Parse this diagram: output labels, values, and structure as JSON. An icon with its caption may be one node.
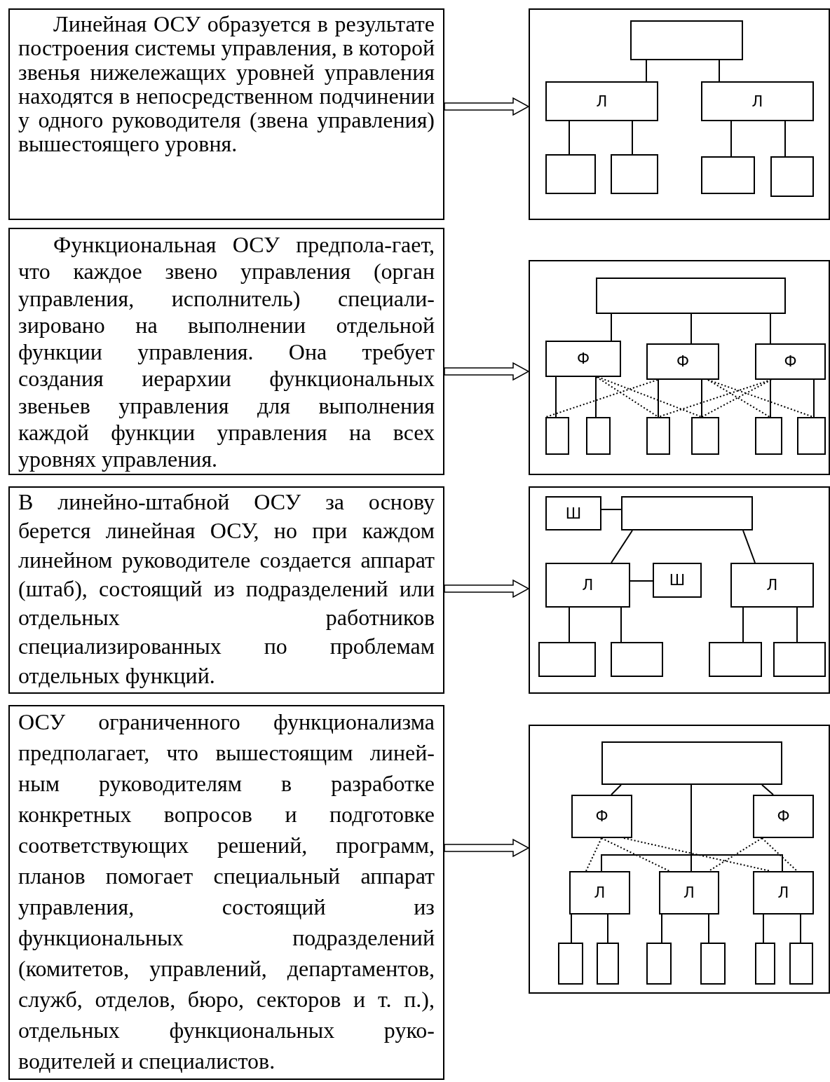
{
  "diagram": {
    "nodes": [
      {
        "text": [
          "Линейная ОСУ образуется в результате построения системы управления, в которой звенья нижележащих уровней управления находятся в непосредственном подчинении у одного руководителя (звена управления) вышестоящего уровня."
        ]
      },
      {
        "text": [],
        "shape": "box"
      },
      {
        "text": [],
        "shape": "box",
        "in": 1
      },
      {
        "text": [
          "Л"
        ],
        "in": 1
      },
      {
        "text": [
          "Л"
        ],
        "in": 1
      },
      {
        "text": [],
        "shape": "box",
        "in": 1
      },
      {
        "text": [],
        "shape": "box",
        "in": 1
      },
      {
        "text": [],
        "shape": "box",
        "in": 1
      },
      {
        "text": [],
        "shape": "box",
        "in": 1
      },
      {
        "text": [
          "Функциональная ОСУ предпола-гает, что каждое звено управления (орган управления, исполнитель) специали-зировано на выполнении отдельной функции управления. Она требует создания иерархии функциональных звеньев управления для выполнения каждой функции управления на всех уровнях управления."
        ]
      },
      {
        "text": [],
        "shape": "box"
      },
      {
        "text": [],
        "shape": "box",
        "in": 10
      },
      {
        "text": [
          "Ф"
        ],
        "in": 10
      },
      {
        "text": [
          "Ф"
        ],
        "in": 10
      },
      {
        "text": [
          "Ф"
        ],
        "in": 10
      },
      {
        "text": [],
        "shape": "box",
        "in": 10
      },
      {
        "text": [],
        "shape": "box",
        "in": 10
      },
      {
        "text": [],
        "shape": "box",
        "in": 10
      },
      {
        "text": [],
        "shape": "box",
        "in": 10
      },
      {
        "text": [],
        "shape": "box",
        "in": 10
      },
      {
        "text": [],
        "shape": "box",
        "in": 10
      },
      {
        "text": [
          "В линейно-штабной ОСУ за основу берется линейная ОСУ, но при каждом линейном руководителе создается аппарат (штаб), состоящий из подразделений или отдельных работников специализированных по проблемам отдельных функций."
        ]
      },
      {
        "text": [],
        "shape": "box"
      },
      {
        "text": [
          "Ш"
        ],
        "in": 22
      },
      {
        "text": [],
        "shape": "box",
        "in": 22
      },
      {
        "text": [
          "Л"
        ],
        "in": 22
      },
      {
        "text": [
          "Ш"
        ],
        "in": 22
      },
      {
        "text": [
          "Л"
        ],
        "in": 22
      },
      {
        "text": [],
        "shape": "box",
        "in": 22
      },
      {
        "text": [],
        "shape": "box",
        "in": 22
      },
      {
        "text": [],
        "shape": "box",
        "in": 22
      },
      {
        "text": [],
        "shape": "box",
        "in": 22
      },
      {
        "text": [
          "ОСУ ограниченного функционализма предполагает, что вышестоящим линей-ным руководителям в разработке конкретных вопросов и подготовке соответствующих решений, программ, планов помогает специальный аппарат управления, состоящий из функциональных подразделений (комитетов, управлений, департаментов, служб, отделов, бюро, секторов и т. п.), отдельных функциональных руко-водителей и специалистов."
        ]
      },
      {
        "text": [],
        "shape": "box"
      },
      {
        "text": [],
        "shape": "box",
        "in": 33
      },
      {
        "text": [
          "Ф"
        ],
        "in": 33
      },
      {
        "text": [
          "Ф"
        ],
        "in": 33
      },
      {
        "text": [
          "Л"
        ],
        "in": 33
      },
      {
        "text": [
          "Л"
        ],
        "in": 33
      },
      {
        "text": [
          "Л"
        ],
        "in": 33
      },
      {
        "text": [],
        "shape": "box",
        "in": 33
      },
      {
        "text": [],
        "shape": "box",
        "in": 33
      },
      {
        "text": [],
        "shape": "box",
        "in": 33
      },
      {
        "text": [],
        "shape": "box",
        "in": 33
      },
      {
        "text": [],
        "shape": "box",
        "in": 33
      },
      {
        "text": [],
        "shape": "box",
        "in": 33
      }
    ],
    "edges": [
      {
        "from": 0,
        "to": 1,
        "arrow": "to"
      },
      {
        "from": 2,
        "to": 3,
        "arrow": "none"
      },
      {
        "from": 2,
        "to": 4,
        "arrow": "none"
      },
      {
        "from": 3,
        "to": 5,
        "arrow": "none"
      },
      {
        "from": 3,
        "to": 6,
        "arrow": "none"
      },
      {
        "from": 4,
        "to": 7,
        "arrow": "none"
      },
      {
        "from": 4,
        "to": 8,
        "arrow": "none"
      },
      {
        "from": 9,
        "to": 10,
        "arrow": "to"
      },
      {
        "from": 11,
        "to": 12,
        "arrow": "none"
      },
      {
        "from": 11,
        "to": 13,
        "arrow": "none"
      },
      {
        "from": 11,
        "to": 14,
        "arrow": "none"
      },
      {
        "from": 12,
        "to": 15,
        "arrow": "none"
      },
      {
        "from": 12,
        "to": 16,
        "arrow": "none"
      },
      {
        "from": 13,
        "to": 17,
        "arrow": "none"
      },
      {
        "from": 13,
        "to": 18,
        "arrow": "none"
      },
      {
        "from": 14,
        "to": 19,
        "arrow": "none"
      },
      {
        "from": 14,
        "to": 20,
        "arrow": "none"
      },
      {
        "from": 12,
        "to": 17,
        "arrow": "none",
        "style": "dashed"
      },
      {
        "from": 12,
        "to": 18,
        "arrow": "none",
        "style": "dashed"
      },
      {
        "from": 13,
        "to": 15,
        "arrow": "none",
        "style": "dashed"
      },
      {
        "from": 13,
        "to": 19,
        "arrow": "none",
        "style": "dashed"
      },
      {
        "from": 13,
        "to": 20,
        "arrow": "none",
        "style": "dashed"
      },
      {
        "from": 14,
        "to": 17,
        "arrow": "none",
        "style": "dashed"
      },
      {
        "from": 14,
        "to": 18,
        "arrow": "none",
        "style": "dashed"
      },
      {
        "from": 21,
        "to": 22,
        "arrow": "to"
      },
      {
        "from": 23,
        "to": 24,
        "arrow": "none"
      },
      {
        "from": 24,
        "to": 25,
        "arrow": "none"
      },
      {
        "from": 24,
        "to": 27,
        "arrow": "none"
      },
      {
        "from": 25,
        "to": 26,
        "arrow": "none"
      },
      {
        "from": 25,
        "to": 28,
        "arrow": "none"
      },
      {
        "from": 25,
        "to": 29,
        "arrow": "none"
      },
      {
        "from": 27,
        "to": 30,
        "arrow": "none"
      },
      {
        "from": 27,
        "to": 31,
        "arrow": "none"
      },
      {
        "from": 32,
        "to": 33,
        "arrow": "to"
      },
      {
        "from": 34,
        "to": 35,
        "arrow": "none"
      },
      {
        "from": 34,
        "to": 36,
        "arrow": "none"
      },
      {
        "from": 34,
        "to": 37,
        "arrow": "none"
      },
      {
        "from": 34,
        "to": 38,
        "arrow": "none"
      },
      {
        "from": 34,
        "to": 39,
        "arrow": "none"
      },
      {
        "from": 35,
        "to": 37,
        "arrow": "none",
        "style": "dashed"
      },
      {
        "from": 35,
        "to": 38,
        "arrow": "none",
        "style": "dashed"
      },
      {
        "from": 35,
        "to": 39,
        "arrow": "none",
        "style": "dashed"
      },
      {
        "from": 36,
        "to": 38,
        "arrow": "none",
        "style": "dashed"
      },
      {
        "from": 36,
        "to": 39,
        "arrow": "none",
        "style": "dashed"
      },
      {
        "from": 37,
        "to": 40,
        "arrow": "none"
      },
      {
        "from": 37,
        "to": 41,
        "arrow": "none"
      },
      {
        "from": 38,
        "to": 42,
        "arrow": "none"
      },
      {
        "from": 38,
        "to": 43,
        "arrow": "none"
      },
      {
        "from": 39,
        "to": 44,
        "arrow": "none"
      },
      {
        "from": 39,
        "to": 45,
        "arrow": "none"
      }
    ]
  }
}
